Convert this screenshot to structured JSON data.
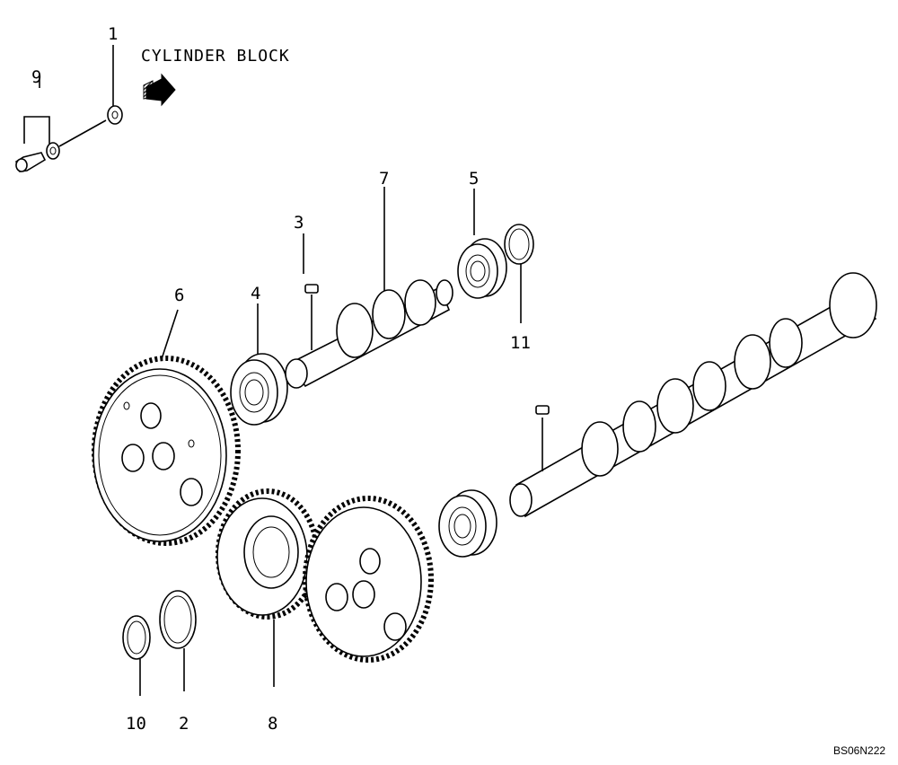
{
  "diagram": {
    "header_label": "CYLINDER BLOCK",
    "drawing_code": "BS06N222",
    "callouts": {
      "c1": "1",
      "c2": "2",
      "c3": "3",
      "c4": "4",
      "c5": "5",
      "c6": "6",
      "c7": "7",
      "c8": "8",
      "c9": "9",
      "c10": "10",
      "c11": "11"
    }
  }
}
